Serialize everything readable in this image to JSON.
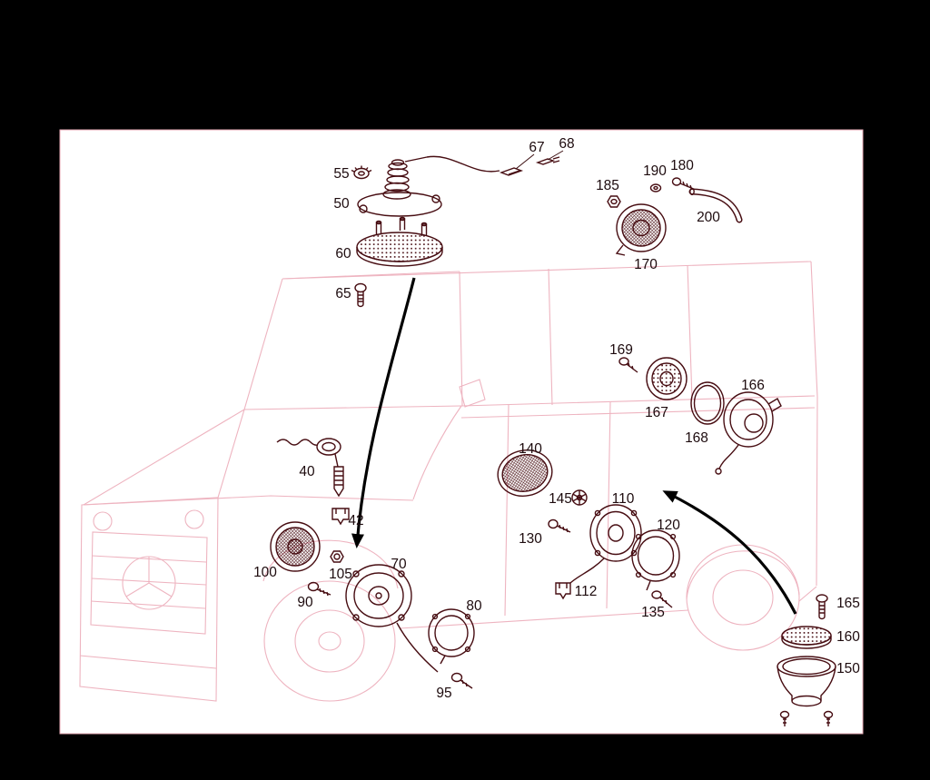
{
  "diagram": {
    "type": "exploded-parts-diagram",
    "colors": {
      "background": "#000000",
      "canvas": "#ffffff",
      "vehicle_outline": "#eeb4c0",
      "part_linework": "#470d12",
      "callout_text": "#1d0b0e",
      "arrow": "#000000"
    },
    "parts": {
      "p40": {
        "label": "40"
      },
      "p42": {
        "label": "42"
      },
      "p50": {
        "label": "50"
      },
      "p55": {
        "label": "55"
      },
      "p60": {
        "label": "60"
      },
      "p65": {
        "label": "65"
      },
      "p67": {
        "label": "67"
      },
      "p68": {
        "label": "68"
      },
      "p70": {
        "label": "70"
      },
      "p80": {
        "label": "80"
      },
      "p90": {
        "label": "90"
      },
      "p95": {
        "label": "95"
      },
      "p100": {
        "label": "100"
      },
      "p105": {
        "label": "105"
      },
      "p110": {
        "label": "110"
      },
      "p112": {
        "label": "112"
      },
      "p120": {
        "label": "120"
      },
      "p130": {
        "label": "130"
      },
      "p135": {
        "label": "135"
      },
      "p140": {
        "label": "140"
      },
      "p145": {
        "label": "145"
      },
      "p150": {
        "label": "150"
      },
      "p160": {
        "label": "160"
      },
      "p165": {
        "label": "165"
      },
      "p166": {
        "label": "166"
      },
      "p167": {
        "label": "167"
      },
      "p168": {
        "label": "168"
      },
      "p169": {
        "label": "169"
      },
      "p170": {
        "label": "170"
      },
      "p180": {
        "label": "180"
      },
      "p185": {
        "label": "185"
      },
      "p190": {
        "label": "190"
      },
      "p200": {
        "label": "200"
      }
    }
  }
}
